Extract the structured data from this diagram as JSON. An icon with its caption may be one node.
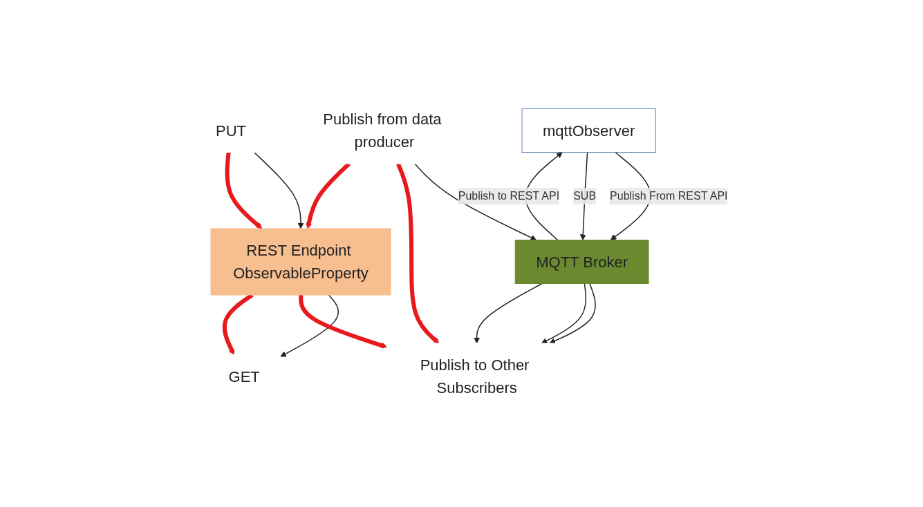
{
  "diagram": {
    "nodes": [
      {
        "text": [
          "PUT"
        ]
      },
      {
        "text": [
          "GET"
        ]
      },
      {
        "text": [
          "REST Endpoint ObservableProperty"
        ]
      },
      {
        "text": [
          "mqttObserver"
        ]
      },
      {
        "text": [
          "MQTT Broker"
        ]
      },
      {
        "text": [
          "Publish from data producer"
        ]
      },
      {
        "text": [
          "Publish to Other Subscribers"
        ]
      }
    ],
    "edges": [
      {
        "from": 0,
        "to": 2,
        "arrow": "to"
      },
      {
        "from": 2,
        "to": 1,
        "arrow": "to"
      },
      {
        "from": 3,
        "to": 4,
        "arrow": "to",
        "label": "Publish From REST API"
      },
      {
        "from": 3,
        "to": 4,
        "arrow": "to",
        "label": "SUB"
      },
      {
        "from": 4,
        "to": 3,
        "arrow": "to",
        "label": "Publish to REST API"
      },
      {
        "from": 5,
        "to": 4,
        "arrow": "to"
      },
      {
        "from": 4,
        "to": 6,
        "arrow": "to"
      },
      {
        "from": 4,
        "to": 6,
        "arrow": "to"
      },
      {
        "from": 4,
        "to": 6,
        "arrow": "to"
      },
      {
        "from": 0,
        "to": 2,
        "arrow": "to",
        "style": "thick",
        "color": "#e8191c"
      },
      {
        "from": 2,
        "to": 6,
        "arrow": "to",
        "style": "thick",
        "color": "#e8191c"
      },
      {
        "from": 5,
        "to": 6,
        "arrow": "to",
        "style": "thick",
        "color": "#e8191c"
      },
      {
        "from": 5,
        "to": 2,
        "arrow": "to",
        "style": "thick",
        "color": "#e8191c"
      },
      {
        "from": 2,
        "to": 1,
        "arrow": "to",
        "style": "thick",
        "color": "#e8191c"
      }
    ]
  }
}
